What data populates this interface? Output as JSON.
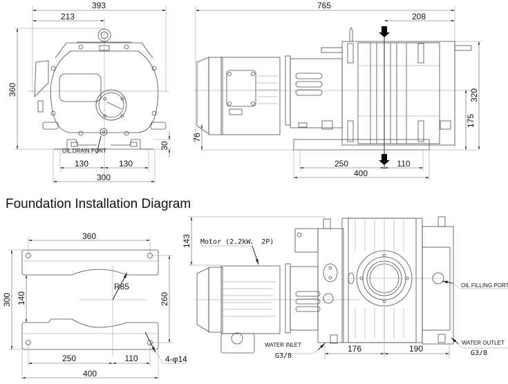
{
  "section_title": "Foundation Installation Diagram",
  "front_view": {
    "dim_overall_width": "393",
    "dim_center_offset": "213",
    "dim_height": "360",
    "dim_foot_height": "30",
    "dim_left_half": "130",
    "dim_right_half": "130",
    "dim_base_width": "300",
    "label_oil_drain": "OIL DRAIN PORT"
  },
  "side_view": {
    "dim_overall_length": "765",
    "dim_inlet_offset": "208",
    "dim_height": "320",
    "dim_shaft_height": "175",
    "dim_motor_base": "76",
    "dim_left_span": "250",
    "dim_right_span": "110",
    "dim_base_length": "400"
  },
  "foundation_plan": {
    "dim_hole_spacing_x": "360",
    "dim_overall_width": "300",
    "dim_inner_gap": "140",
    "dim_hole_spacing_y": "260",
    "label_radius": "R85",
    "dim_left_span": "250",
    "dim_right_span": "110",
    "dim_overall_length": "400",
    "label_holes": "4-φ14"
  },
  "top_view": {
    "dim_motor_offset": "143",
    "label_motor": "Motor (2.2kW、 2P)",
    "dim_inlet_to_center": "176",
    "dim_center_to_outlet": "190",
    "label_oil_filling": "OIL FILLING PORT",
    "label_water_inlet": "WATER INLET",
    "label_water_inlet_size": "G3/8",
    "label_water_outlet": "WATER OUTLET",
    "label_water_outlet_size": "G3/8"
  }
}
